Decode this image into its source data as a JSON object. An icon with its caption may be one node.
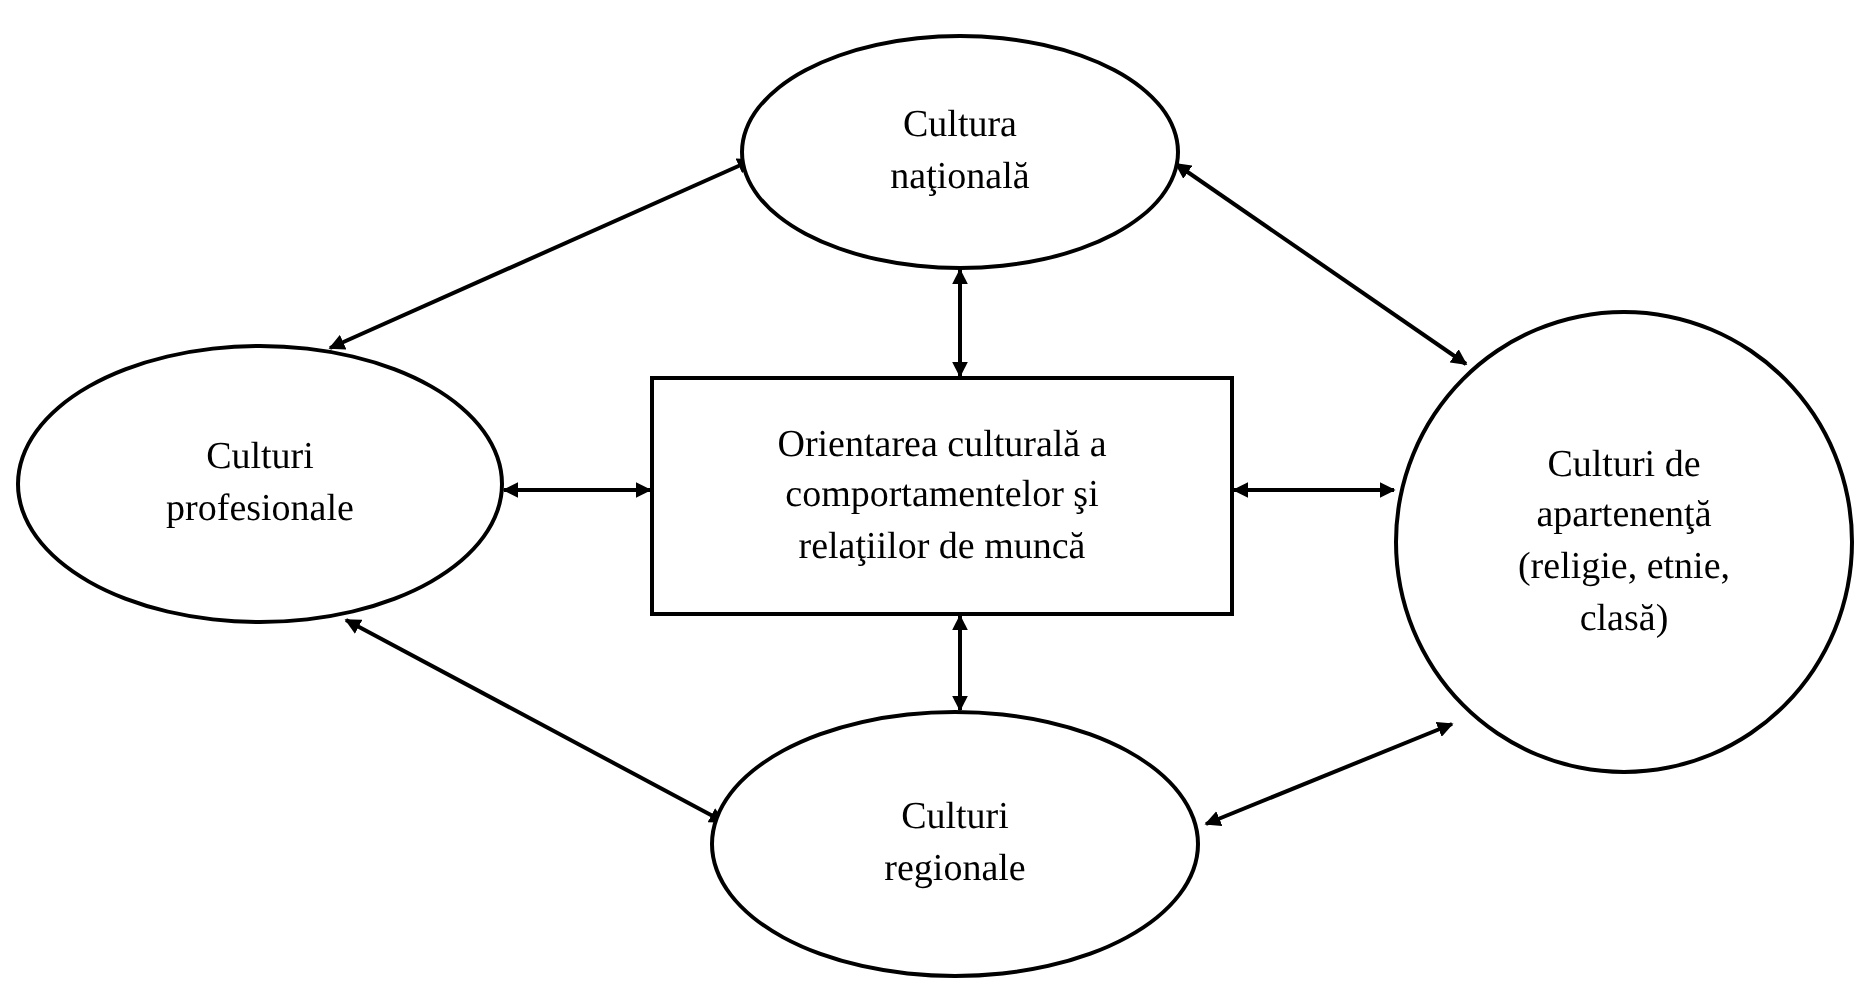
{
  "diagram": {
    "nodes": [
      {
        "text": [
          "Cultura naţională"
        ]
      },
      {
        "text": [
          "Culturi profesionale"
        ]
      },
      {
        "text": [
          "Orientarea culturală a comportamentelor şi relaţiilor de muncă"
        ]
      },
      {
        "text": [
          "Culturi de apartenenţă (religie, etnie, clasă)"
        ]
      },
      {
        "text": [
          "Culturi regionale"
        ]
      }
    ],
    "edges": [
      {
        "from": 0,
        "to": 1,
        "arrow": "both"
      },
      {
        "from": 0,
        "to": 3,
        "arrow": "both"
      },
      {
        "from": 0,
        "to": 2,
        "arrow": "both"
      },
      {
        "from": 1,
        "to": 2,
        "arrow": "both"
      },
      {
        "from": 2,
        "to": 3,
        "arrow": "both"
      },
      {
        "from": 2,
        "to": 4,
        "arrow": "both"
      },
      {
        "from": 1,
        "to": 4,
        "arrow": "both"
      },
      {
        "from": 4,
        "to": 3,
        "arrow": "both"
      }
    ]
  }
}
